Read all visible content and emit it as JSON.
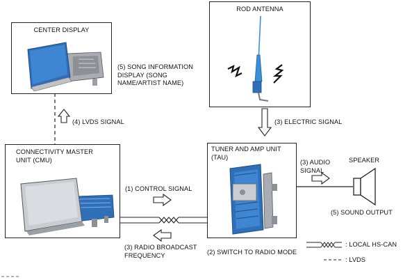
{
  "boxes": {
    "center_display": {
      "title": "CENTER DISPLAY"
    },
    "rod_antenna": {
      "title": "ROD ANTENNA"
    },
    "cmu": {
      "title": "CONNECTIVITY MASTER\nUNIT (CMU)"
    },
    "tau": {
      "title": "TUNER AND AMP UNIT\n(TAU)"
    }
  },
  "signals": {
    "song_info": "(5) SONG INFORMATION\nDISPLAY (SONG\nNAME/ARTIST NAME)",
    "lvds_signal": "(4) LVDS SIGNAL",
    "electric_signal": "(3) ELECTRIC SIGNAL",
    "audio_signal": "(3) AUDIO\nSIGNAL",
    "control_signal": "(1)  CONTROL SIGNAL",
    "radio_broadcast": "(3) RADIO BROADCAST\nFREQUENCY",
    "switch_radio": "(2) SWITCH TO RADIO MODE",
    "speaker": "SPEAKER",
    "sound_output": "(5) SOUND OUTPUT"
  },
  "legend": {
    "can_label": ": LOCAL HS-CAN",
    "lvds_label": ": LVDS"
  },
  "colors": {
    "device_blue": "#2f6fb8",
    "antenna_blue": "#3a8fd6",
    "screen_silver": "#c9ccd1",
    "line": "#222222"
  }
}
